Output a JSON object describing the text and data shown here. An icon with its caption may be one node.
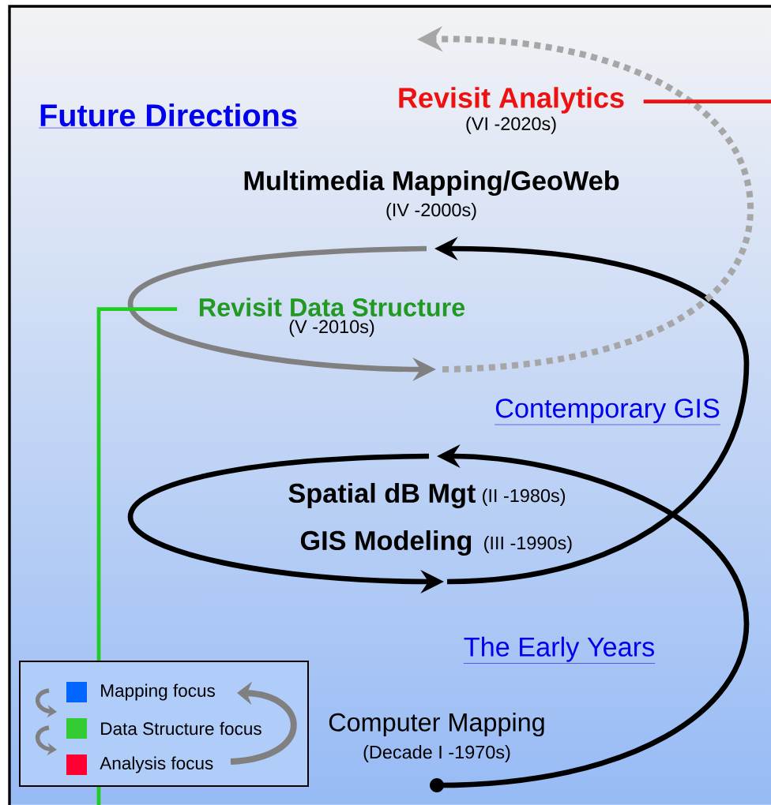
{
  "diagram": {
    "nodes": [
      {
        "text": [
          "Revisit Analytics",
          "(VI -2020s)"
        ]
      },
      {
        "text": [
          "Revisit Data Structure",
          "(V -2010s)"
        ]
      }
    ],
    "edges": [
      {
        "from": 0,
        "to": null,
        "arrow": "none",
        "color": "#ee1111"
      },
      {
        "from": 1,
        "to": null,
        "arrow": "none",
        "color": "#22cc22"
      }
    ],
    "labels": [
      "Future Directions",
      "Multimedia Mapping/GeoWeb",
      "(IV -2000s)",
      "Contemporary GIS",
      "Spatial dB Mgt",
      "(II -1980s)",
      "GIS Modeling",
      "(III -1990s)",
      "The Early Years",
      "Computer Mapping",
      "(Decade I -1970s)"
    ],
    "legend": [
      {
        "text": "Mapping focus",
        "color": "#0066ff"
      },
      {
        "text": "Data Structure focus",
        "color": "#33cc33"
      },
      {
        "text": "Analysis focus",
        "color": "#ff0033"
      }
    ]
  }
}
